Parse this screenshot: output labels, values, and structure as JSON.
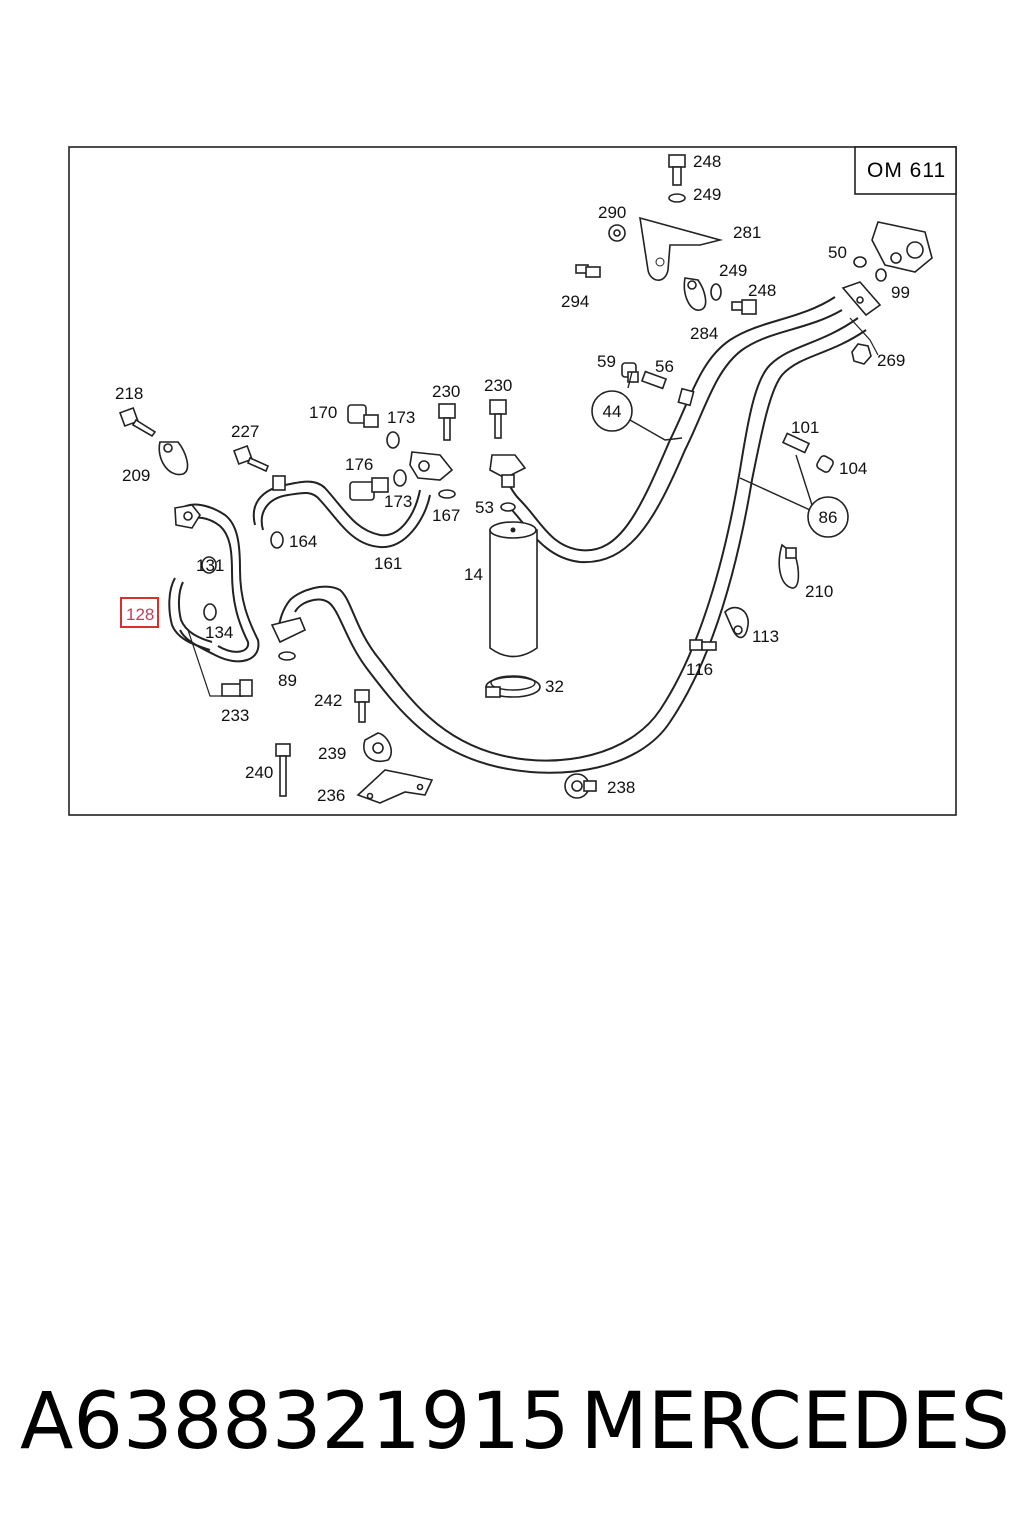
{
  "diagram": {
    "engine_code": "OM 611",
    "highlighted_part": "128",
    "part_labels": {
      "p248a": "248",
      "p249a": "249",
      "p290": "290",
      "p281": "281",
      "p294": "294",
      "p249b": "249",
      "p248b": "248",
      "p284": "284",
      "p50": "50",
      "p99": "99",
      "p269": "269",
      "p59": "59",
      "p56": "56",
      "p44": "44",
      "p218": "218",
      "p227": "227",
      "p209": "209",
      "p170": "170",
      "p173a": "173",
      "p230a": "230",
      "p230b": "230",
      "p176": "176",
      "p173b": "173",
      "p167": "167",
      "p53": "53",
      "p164": "164",
      "p161": "161",
      "p131": "131",
      "p14": "14",
      "p134": "134",
      "p89": "89",
      "p233": "233",
      "p32": "32",
      "p242": "242",
      "p239": "239",
      "p240": "240",
      "p236": "236",
      "p238": "238",
      "p101": "101",
      "p104": "104",
      "p86": "86",
      "p210": "210",
      "p113": "113",
      "p116": "116"
    }
  },
  "caption": {
    "part_number": "A6388321915",
    "brand": "MERCEDES"
  }
}
